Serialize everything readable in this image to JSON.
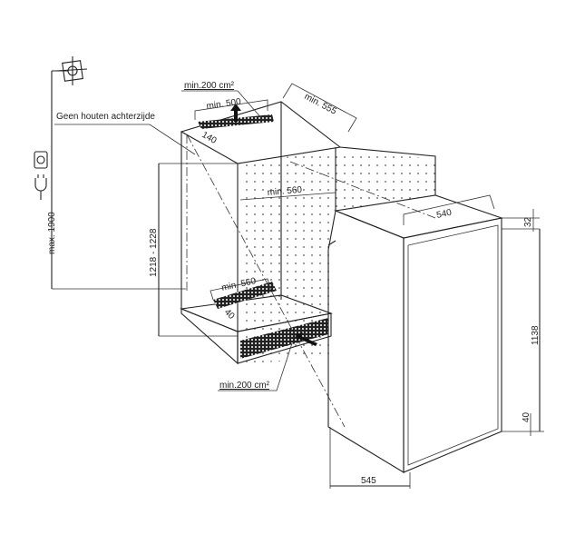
{
  "labels": {
    "no_wood_back": "Geen houten achterzijde",
    "vent_top_area": "min.200 cm²",
    "vent_top_width": "min. 500",
    "vent_top_depth": "140",
    "niche_depth": "min. 555",
    "niche_width": "min. 560",
    "vent_bottom_width": "min. 560",
    "vent_bottom_depth": "40",
    "vent_bottom_area": "min.200 cm²",
    "max_height": "max. 1900",
    "niche_height": "1218 - 1228",
    "appliance_width": "540",
    "top_offset": "32",
    "appliance_height": "1138",
    "bottom_offset": "40",
    "appliance_depth": "545"
  },
  "icons": [
    "crosshair-socket-icon",
    "power-outlet-icon",
    "plug-icon"
  ]
}
